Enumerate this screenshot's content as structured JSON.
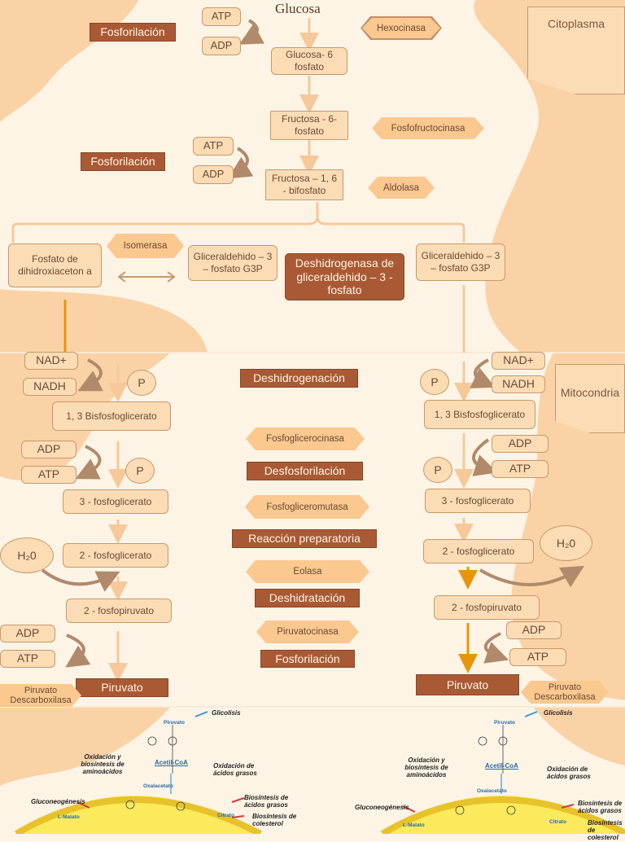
{
  "title": "Glucosa",
  "regions": {
    "cytoplasm": "Citoplasma",
    "mitochondria": "Mitocondria"
  },
  "top": {
    "fosforilacion_1": "Fosforilación",
    "fosforilacion_2": "Fosforilación",
    "atp_1": "ATP",
    "adp_1": "ADP",
    "atp_2": "ATP",
    "adp_2": "ADP",
    "glucosa6": "Glucosa- 6 fosfato",
    "fructosa6": "Fructosa - 6- fosfato",
    "fructosa16": "Fructosa – 1, 6 - bifosfato",
    "hexocinasa": "Hexocinasa",
    "fosfofructocinasa": "Fosfofructocinasa",
    "aldolasa": "Aldolasa",
    "isomerasa": "Isomerasa",
    "dhap": "Fosfato de dihidroxiaceton a",
    "g3p_left": "Gliceraldehido – 3 – fosfato G3P",
    "g3p_right": "Gliceraldehido – 3 – fosfato G3P",
    "deshidrogenasa": "Deshidrogenasa de gliceraldehido – 3 - fosfato"
  },
  "left": {
    "nad": "NAD+",
    "nadh": "NADH",
    "p1": "P",
    "bpg": "1, 3 Bisfosfoglicerato",
    "adp": "ADP",
    "atp": "ATP",
    "p2": "P",
    "pg3": "3 - fosfoglicerato",
    "h2o": "H₂0",
    "pg2": "2 - fosfoglicerato",
    "pep": "2 - fosfopiruvato",
    "adp2": "ADP",
    "atp2": "ATP",
    "piruvato": "Piruvato",
    "descarbox": "Piruvato Descarboxilasa"
  },
  "center": {
    "deshidrogenacion": "Deshidrogenación",
    "fosfoglicerocinasa": "Fosfoglicerocinasa",
    "desfosforilacion": "Desfosforilación",
    "fosfogliceromutasa": "Fosfogliceromutasa",
    "reaccion": "Reacción preparatoria",
    "enolasa": "Eolasa",
    "deshidratacion": "Deshidratación",
    "piruvatocinasa": "Piruvatocinasa",
    "fosforilacion": "Fosforilación"
  },
  "right": {
    "nad": "NAD+",
    "nadh": "NADH",
    "p1": "P",
    "bpg": "1, 3 Bisfosfoglicerato",
    "adp": "ADP",
    "atp": "ATP",
    "p2": "P",
    "pg3": "3 - fosfoglicerato",
    "pg2": "2 - fosfoglicerato",
    "h2o": "H₂0",
    "pep": "2 - fosfopiruvato",
    "adp2": "ADP",
    "atp2": "ATP",
    "piruvato": "Piruvato",
    "descarbox": "Piruvato Descarboxilasa"
  },
  "krebs_left": {
    "glicolisis": "Glicolisis",
    "piruvato": "Piruvato",
    "acetil": "Acetil-CoA",
    "oxidacion_aa": "Oxidación y biosíntesis de aminoácidos",
    "oxidacion_ag": "Oxidación de ácidos grasos",
    "gluconeo": "Gluconeogénesis",
    "biosint_ag": "Biosíntesis de ácidos grasos",
    "biosint_col": "Biosíntesis de colesterol",
    "citrato": "Citrato",
    "malato": "L-Malato",
    "oxaloacetato": "Oxalacetato"
  },
  "krebs_right": {
    "glicolisis": "Glicolisis",
    "piruvato": "Piruvato",
    "acetil": "Acetil-CoA",
    "oxidacion_aa": "Oxidación y biosíntesis de aminoácidos",
    "oxidacion_ag": "Oxidación de ácidos grasos",
    "gluconeo": "Gluconeogénesis",
    "biosint_ag": "Biosíntesis de ácidos grasos",
    "biosint_col": "Biosíntesis de colesterol",
    "citrato": "Citrato",
    "malato": "L-Malato",
    "oxaloacetato": "Oxalacetato"
  },
  "colors": {
    "background": "#fdf4e6",
    "shape": "#fbd2a6",
    "box": "#fbdcb5",
    "dark": "#a95a34",
    "arrow": "#f6c89a",
    "orange_arrow": "#e8950c"
  }
}
